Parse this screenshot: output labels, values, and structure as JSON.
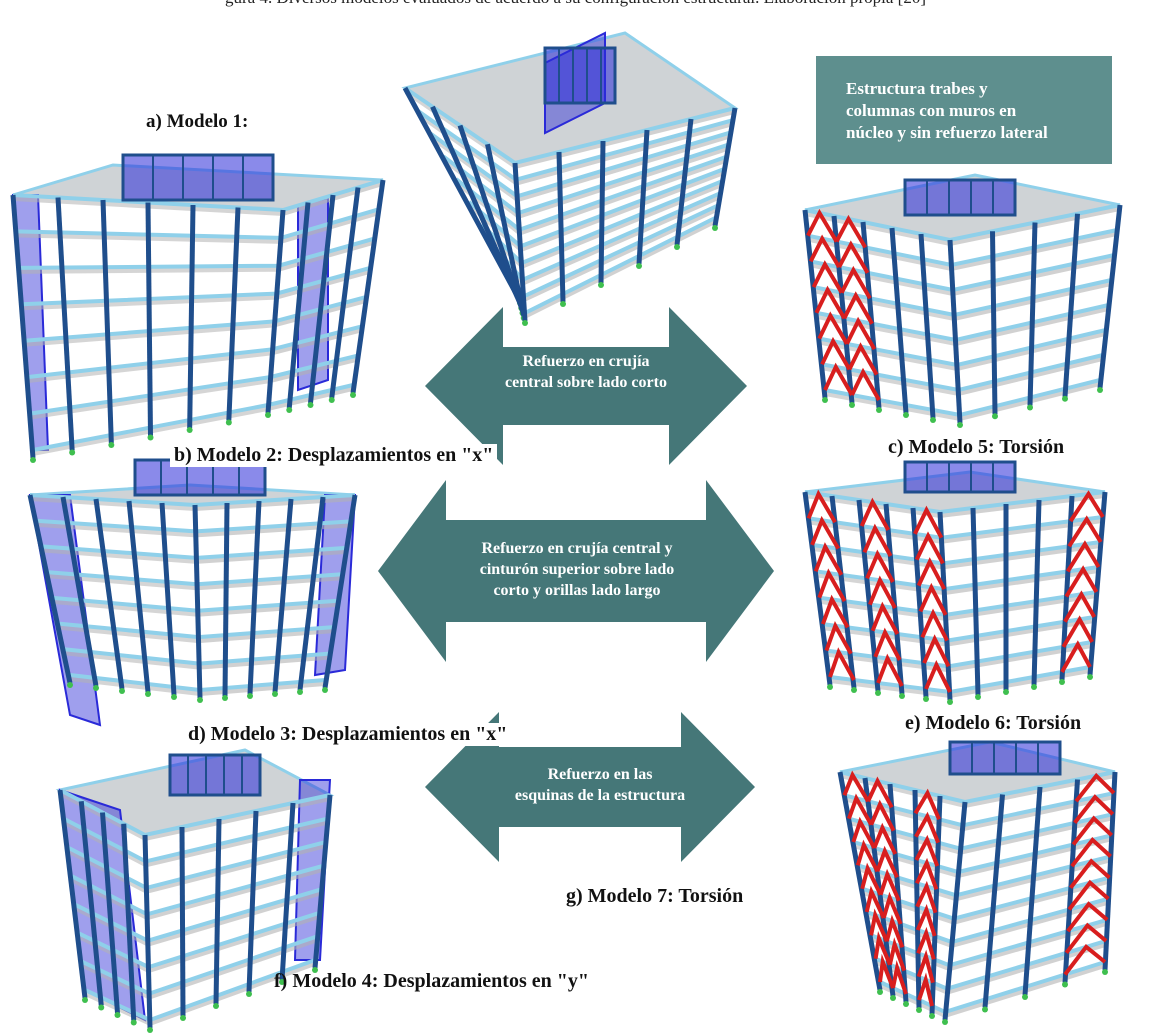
{
  "header": {
    "text": "gura 4. Diversos modelos evaluados de acuerdo a su configuración estructural. Elaboración propia [20]"
  },
  "note_box": {
    "lines": [
      "Estructura trabes y",
      "columnas con muros en",
      "núcleo y sin refuerzo lateral"
    ]
  },
  "captions": {
    "a": "a) Modelo 1:",
    "b": "b) Modelo 2: Desplazamientos en \"x\"",
    "c": "c) Modelo 5: Torsión",
    "d": "d) Modelo 3: Desplazamientos en \"x\"",
    "e": "e) Modelo 6: Torsión",
    "f": "f) Modelo 4: Desplazamientos en \"y\"",
    "g": "g) Modelo 7: Torsión"
  },
  "arrows": [
    {
      "lines": [
        "Refuerzo en crujía",
        "central sobre lado corto"
      ]
    },
    {
      "lines": [
        "Refuerzo en crujía central y",
        "cinturón superior sobre lado",
        "corto y orillas lado largo"
      ]
    },
    {
      "lines": [
        "Refuerzo en las",
        "esquinas de la estructura"
      ]
    }
  ],
  "colors": {
    "arrow_fill": "#457778",
    "note_fill": "#5e8f8e",
    "column": "#1f4e8c",
    "beam": "#8fd0ea",
    "slab": "#b3b3b3",
    "wall": "#2a2ad8",
    "brace": "#d81e1e"
  }
}
